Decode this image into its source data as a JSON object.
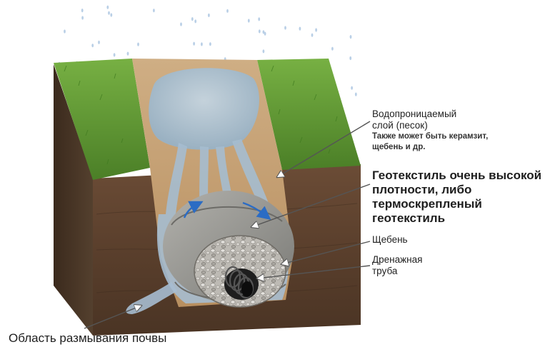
{
  "labels": {
    "permeable_layer": {
      "line1": "Водопроницаемый",
      "line2": "слой (песок)",
      "note1": "Также может быть керамзит,",
      "note2": "щебень и др."
    },
    "geotextile": {
      "line1": "Геотекстиль очень высокой",
      "line2": "плотности, либо",
      "line3": "термоскрепленый",
      "line4": "геотекстиль"
    },
    "gravel": "Щебень",
    "drain_pipe": {
      "line1": "Дренажная",
      "line2": "труба"
    },
    "erosion_area": "Область размывания почвы"
  },
  "colors": {
    "grass": "#5f9a34",
    "soil": "#5a4030",
    "sand": "#c9a57a",
    "water": "#a9c0d2",
    "geotextile": "#8c8c88",
    "gravel": "#b9b7b2",
    "pipe": "#1e1e1e",
    "arrow": "#2b6cc4",
    "leader_line": "#555555"
  }
}
